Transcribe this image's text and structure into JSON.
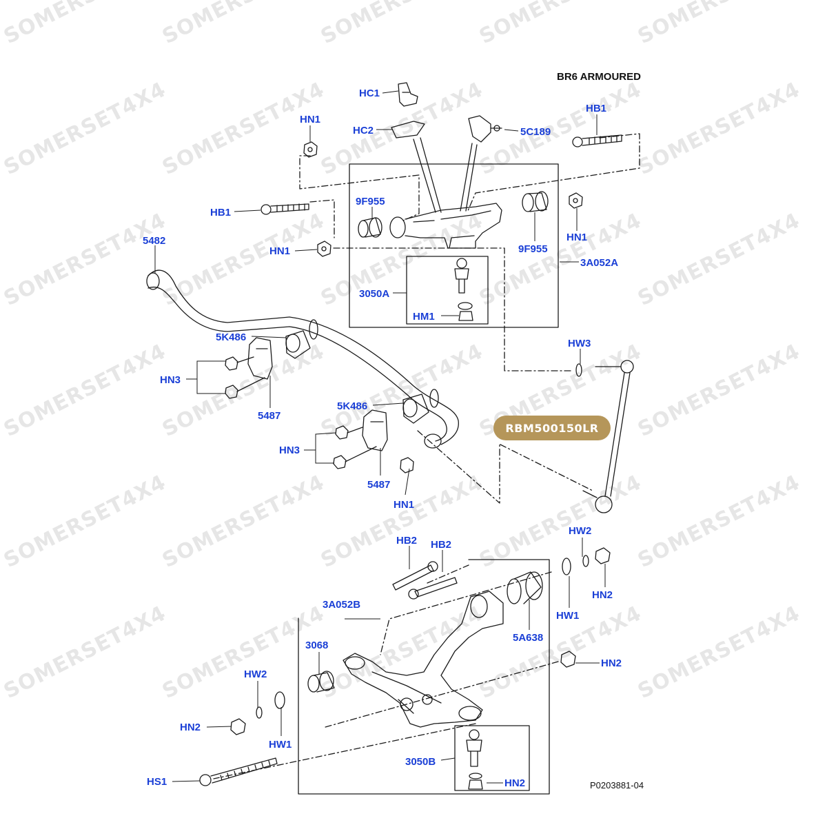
{
  "title": "BR6 ARMOURED",
  "drawing_code": "P0203881-04",
  "part_link": "RBM500150LR",
  "watermark": "SOMERSET4X4",
  "colors": {
    "label": "#1a3fd6",
    "badge": "#b5965a",
    "watermark": "#e6e6e6",
    "line": "#1a1a1a"
  },
  "labels": {
    "hc1": "HC1",
    "hc2": "HC2",
    "hn1_top": "HN1",
    "c5c189": "5C189",
    "hb1_right": "HB1",
    "hb1_left": "HB1",
    "p9f955_left": "9F955",
    "p9f955_right": "9F955",
    "hn1_right": "HN1",
    "hn1_mid": "HN1",
    "p5482": "5482",
    "p3a052a": "3A052A",
    "p3050a": "3050A",
    "hm1": "HM1",
    "p5k486_upper": "5K486",
    "hw3": "HW3",
    "hn3_upper": "HN3",
    "p5487_upper": "5487",
    "p5k486_lower": "5K486",
    "hn3_lower": "HN3",
    "p5487_lower": "5487",
    "hn1_lower": "HN1",
    "hb2_a": "HB2",
    "hb2_b": "HB2",
    "hw2_right": "HW2",
    "hn2_right": "HN2",
    "hw1_right": "HW1",
    "p3a052b": "3A052B",
    "p5a638": "5A638",
    "p3068": "3068",
    "hn2_mid": "HN2",
    "hw2_left": "HW2",
    "hn2_left": "HN2",
    "hw1_left": "HW1",
    "p3050b": "3050B",
    "hn2_bottom": "HN2",
    "hs1": "HS1"
  }
}
